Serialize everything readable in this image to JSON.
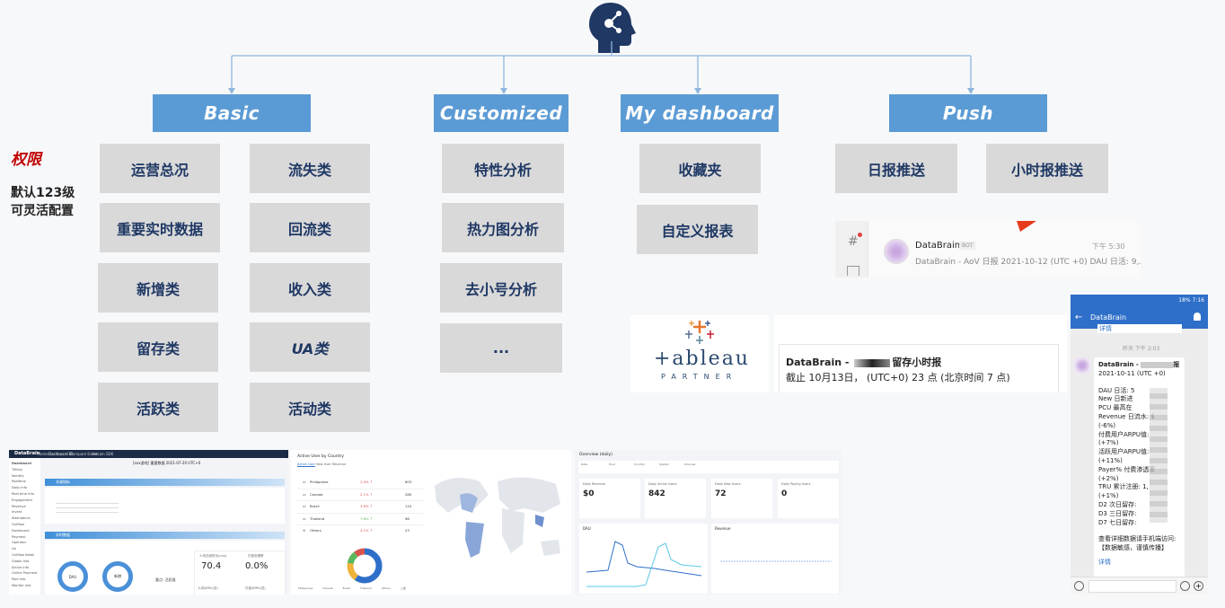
{
  "sidebar_note": {
    "title": "权限",
    "desc_line1": "默认123级",
    "desc_line2": "可灵活配置"
  },
  "categories": {
    "basic": {
      "title": "Basic",
      "items": [
        "运营总况",
        "流失类",
        "重要实时数据",
        "回流类",
        "新增类",
        "收入类",
        "留存类",
        "UA类",
        "活跃类",
        "活动类"
      ]
    },
    "customized": {
      "title": "Customized",
      "items": [
        "特性分析",
        "热力图分析",
        "去小号分析",
        "..."
      ]
    },
    "dashboard": {
      "title": "My dashboard",
      "items": [
        "收藏夹",
        "自定义报表"
      ]
    },
    "push": {
      "title": "Push",
      "items": [
        "日报推送",
        "小时报推送"
      ]
    }
  },
  "push_chat": {
    "sender": "DataBrain",
    "tag": "BOT",
    "time": "下午 5:30",
    "preview": "DataBrain - AoV 日报 2021-10-12 (UTC +0) DAU 日活: 9,..."
  },
  "tableau": {
    "word": "+ableau",
    "sub": "PARTNER"
  },
  "hour_report": {
    "title": "DataBrain - ",
    "title_suffix": "留存小时报",
    "body": "截止 10月13日， (UTC+0) 23 点 (北京时间 7 点)"
  },
  "phone": {
    "status": "18% 7:16",
    "chat_title": "DataBrain",
    "detail_top": "详情",
    "time_label": "昨天 下午 2:03",
    "msg_title": "DataBrain - ",
    "msg_title_end": "报",
    "lines": [
      "2021-10-11 (UTC +0)",
      "",
      "DAU 日活: 5",
      "New 日新进",
      "PCU 最高在",
      "Revenue 日流水: $",
      "(-6%)",
      "付费用户ARPU值: ",
      "(+7%)",
      "活跃用户ARPU值: ",
      "(+11%)",
      "Payer% 付费渗透率",
      "(+2%)",
      "TRU 累计注册: 1,",
      "(+1%)",
      "D2 次日留存:",
      "D3 三日留存:",
      "D7 七日留存:",
      "",
      "查看详细数据请手机端访问:",
      "【数据敏感，谨慎传播】"
    ],
    "detail_bottom": "详情"
  },
  "dash1": {
    "brand": "DataBrain",
    "nav": [
      "Home",
      "Dashboard BI",
      "Compare Event",
      "Version SDK"
    ],
    "side": [
      "Dashboard",
      "Tiffany",
      "Identify",
      "Realtime",
      "Daily Info",
      "Real time Info",
      "Engagement",
      "Revenue",
      "Invent",
      "Attendance",
      "Outflow",
      "Dashboard",
      "Payment",
      "Operator",
      "Ua",
      "Outflow detail",
      "Global Info",
      "Active Info",
      "Online Payment",
      "Paid Info",
      "Monitor Info"
    ],
    "title": "[xxx游戏] 重要数据 2021-07-20 UTC+0",
    "section1": "关键指标",
    "section2": "实时数据",
    "kpi1_label": "人均在线时长(min)",
    "kpi1_value": "70.4",
    "kpi2_label": "付费渗透率",
    "kpi2_value": "0.0%",
    "donut1": "DAU",
    "donut2": "新增",
    "donut_side": "重点: 活跃度",
    "foot1": "人均ARPU(总)",
    "foot2": "付费ARPU(总)"
  },
  "dash2": {
    "title": "Active User by Country",
    "tabs": [
      "Active User",
      "New User",
      "Revenue"
    ],
    "countries": [
      "Philippines",
      "Canada",
      "Brazil",
      "Thailand",
      "Others"
    ],
    "values": [
      "603",
      "285",
      "110",
      "98",
      "23"
    ],
    "pcts": [
      "2.9% ↑",
      "2.1% ↑",
      "3.8% ↑",
      "7.6% ↑",
      "4.1% ↑"
    ],
    "legend": [
      "Philippines",
      "Canada",
      "Brazil",
      "Thailand",
      "Others",
      "二级"
    ]
  },
  "dash3": {
    "title": "Overview (daily)",
    "filters": [
      "Date",
      "Hour",
      "Country",
      "System",
      "Channel"
    ],
    "cards": [
      {
        "label": "Daily Revenue",
        "value": "$0"
      },
      {
        "label": "Daily Active Users",
        "value": "842"
      },
      {
        "label": "Daily New Users",
        "value": "72"
      },
      {
        "label": "Daily Paying Users",
        "value": "0"
      }
    ],
    "chart1": "DAU",
    "chart2": "Revenue"
  },
  "colors": {
    "accent": "#5b9bd5",
    "box": "#d9d9d9",
    "boxText": "#1f3864",
    "red": "#c00000",
    "phoneBlue": "#2e6fc9"
  }
}
